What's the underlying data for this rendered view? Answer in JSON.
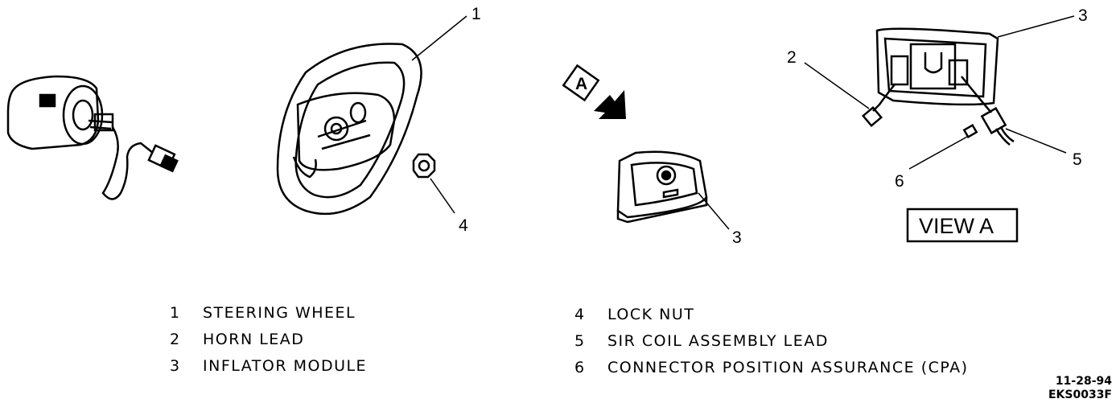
{
  "callouts": {
    "steering_wheel": "1",
    "horn_lead": "2",
    "inflator_module_view": "3",
    "lock_nut": "4",
    "sir_coil_lead": "5",
    "cpa": "6",
    "inflator_module": "3"
  },
  "view_arrow_label": "A",
  "view_label": "VIEW A",
  "legend": {
    "left": [
      {
        "num": "1",
        "text": "STEERING WHEEL"
      },
      {
        "num": "2",
        "text": "HORN LEAD"
      },
      {
        "num": "3",
        "text": "INFLATOR MODULE"
      }
    ],
    "right": [
      {
        "num": "4",
        "text": "LOCK NUT"
      },
      {
        "num": "5",
        "text": "SIR COIL ASSEMBLY LEAD"
      },
      {
        "num": "6",
        "text": "CONNECTOR POSITION ASSURANCE (CPA)"
      }
    ]
  },
  "figure_date": "11-28-94",
  "figure_code": "EKS0033F"
}
